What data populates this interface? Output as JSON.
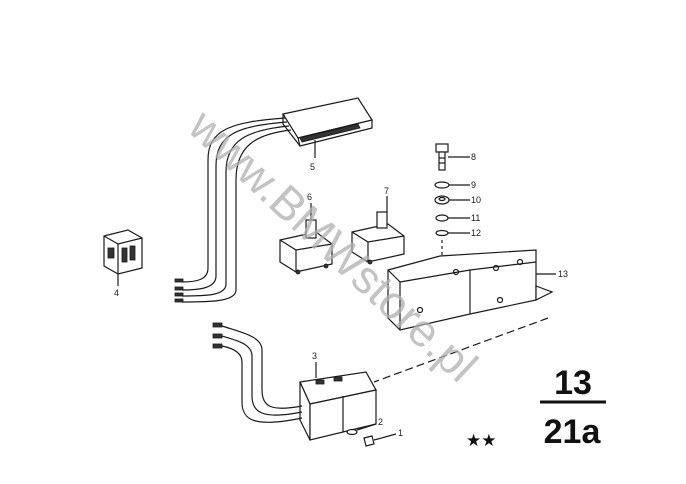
{
  "callouts": {
    "c1": "1",
    "c2": "2",
    "c3": "3",
    "c4": "4",
    "c5": "5",
    "c6": "6",
    "c7": "7",
    "c8": "8",
    "c9": "9",
    "c10": "10",
    "c11": "11",
    "c12": "12",
    "c13": "13"
  },
  "watermark": "www.BMWstore.pl",
  "group": {
    "main": "13",
    "sub": "21a"
  },
  "stars": "★★"
}
